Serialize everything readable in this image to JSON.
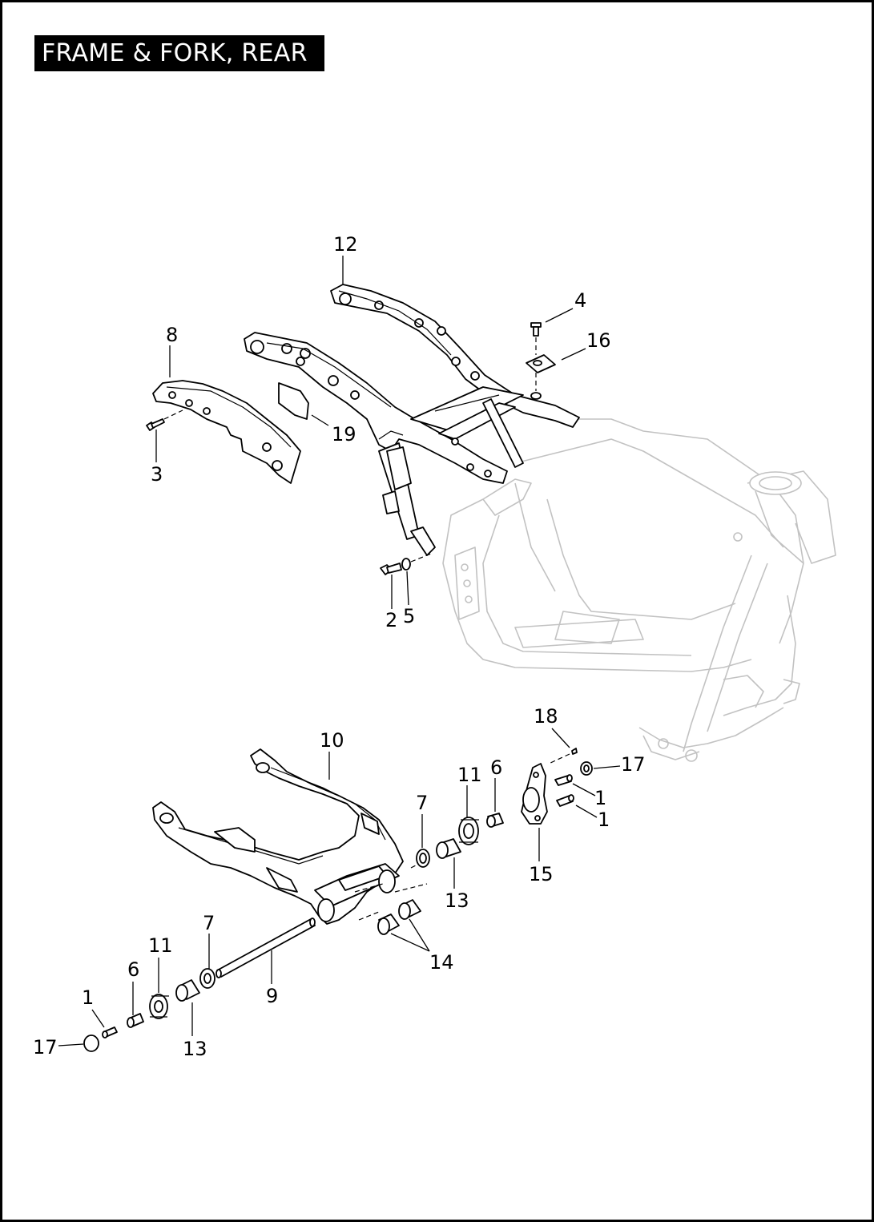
{
  "title": "FRAME & FORK, REAR",
  "callouts": {
    "c12": "12",
    "c4": "4",
    "c16": "16",
    "c8": "8",
    "c19": "19",
    "c3": "3",
    "c2": "2",
    "c5": "5",
    "c18": "18",
    "c17a": "17",
    "c1a": "1",
    "c1b": "1",
    "c15": "15",
    "c10": "10",
    "c11a": "11",
    "c6a": "6",
    "c7a": "7",
    "c13a": "13",
    "c14": "14",
    "c9": "9",
    "c7b": "7",
    "c11b": "11",
    "c6b": "6",
    "c1c": "1",
    "c17b": "17",
    "c13b": "13"
  },
  "colors": {
    "ink": "#000000",
    "ghost_frame": "#c2c2c2",
    "background": "#ffffff"
  }
}
